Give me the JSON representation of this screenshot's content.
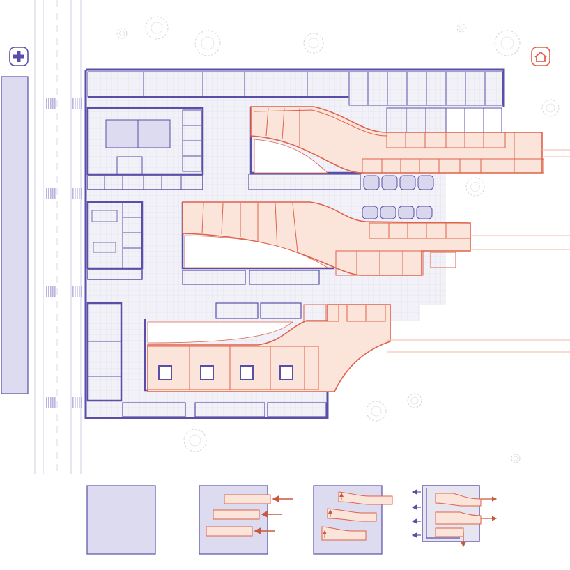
{
  "icons": {
    "left": "hospital-cross-icon",
    "right": "home-icon"
  },
  "colors": {
    "background": "#ffffff",
    "clinical_wall": "#5a4fa8",
    "clinical_fill": "#e6e5f0",
    "clinical_grid": "#d4d2e6",
    "residential_wall": "#e0614a",
    "residential_fill": "#fbe4da",
    "residential_arrow": "#c8583f",
    "road_line": "#cfcfe6",
    "crosswalk": "#b9b5e0",
    "roof_block": "#dddbf0",
    "tree": "#dcdcdc"
  },
  "diagrams": [
    {
      "name": "massing-block"
    },
    {
      "name": "wings-inserted"
    },
    {
      "name": "wings-curved"
    },
    {
      "name": "circulation-flow"
    }
  ]
}
